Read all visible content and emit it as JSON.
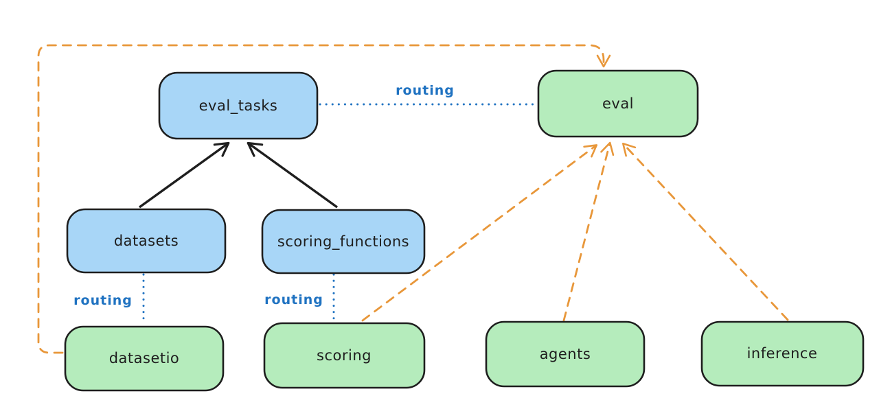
{
  "diagram": {
    "type": "flowchart",
    "background": "#ffffff",
    "nodes": [
      {
        "id": "eval_tasks",
        "label": "eval_tasks",
        "color": "blue"
      },
      {
        "id": "eval",
        "label": "eval",
        "color": "green"
      },
      {
        "id": "datasets",
        "label": "datasets",
        "color": "blue"
      },
      {
        "id": "scoring_functions",
        "label": "scoring_functions",
        "color": "blue"
      },
      {
        "id": "datasetio",
        "label": "datasetio",
        "color": "green"
      },
      {
        "id": "scoring",
        "label": "scoring",
        "color": "green"
      },
      {
        "id": "agents",
        "label": "agents",
        "color": "green"
      },
      {
        "id": "inference",
        "label": "inference",
        "color": "green"
      }
    ],
    "edges": [
      {
        "from": "datasets",
        "to": "eval_tasks",
        "style": "solid-black-arrow",
        "label": ""
      },
      {
        "from": "scoring_functions",
        "to": "eval_tasks",
        "style": "solid-black-arrow",
        "label": ""
      },
      {
        "from": "eval_tasks",
        "to": "eval",
        "style": "dotted-blue",
        "label": "routing"
      },
      {
        "from": "datasets",
        "to": "datasetio",
        "style": "dotted-blue",
        "label": "routing"
      },
      {
        "from": "scoring_functions",
        "to": "scoring",
        "style": "dotted-blue",
        "label": "routing"
      },
      {
        "from": "datasetio",
        "to": "eval",
        "style": "dashed-orange-arrow",
        "label": ""
      },
      {
        "from": "scoring",
        "to": "eval",
        "style": "dashed-orange-arrow",
        "label": ""
      },
      {
        "from": "agents",
        "to": "eval",
        "style": "dashed-orange-arrow",
        "label": ""
      },
      {
        "from": "inference",
        "to": "eval",
        "style": "dashed-orange-arrow",
        "label": ""
      }
    ],
    "colors": {
      "blue_fill": "#a8d6f7",
      "green_fill": "#b5ecbc",
      "node_stroke": "#1e1e1e",
      "text": "#1e1e1e",
      "black_edge": "#1e1e1e",
      "blue_edge": "#1f72c1",
      "orange_edge": "#e8973a"
    }
  }
}
